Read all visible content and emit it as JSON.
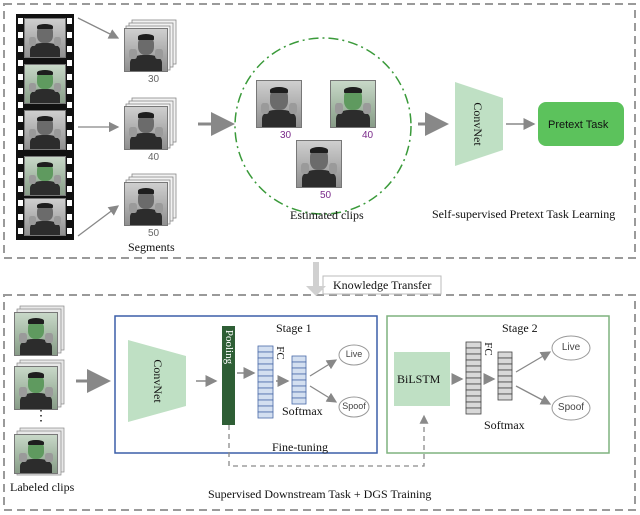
{
  "labels": {
    "segments": "Segments",
    "estimated_clips": "Estimated clips",
    "self_supervised": "Self-supervised Pretext Task Learning",
    "knowledge_transfer": "Knowledge Transfer",
    "labeled_clips": "Labeled clips",
    "supervised": "Supervised Downstream Task + DGS Training",
    "stage1": "Stage 1",
    "stage2": "Stage 2",
    "fine_tuning": "Fine-tuning",
    "pretext_task": "Pretext Task",
    "convnet": "ConvNet",
    "pooling": "Pooling",
    "fc": "FC",
    "softmax": "Softmax",
    "bilstm": "BiLSTM",
    "live": "Live",
    "spoof": "Spoof",
    "ellipsis": "⋮"
  },
  "segment_numbers": [
    "30",
    "40",
    "50"
  ],
  "clip_numbers": [
    "30",
    "40",
    "50"
  ],
  "colors": {
    "dashed_border": "#9a9a9a",
    "stage1_border": "#3b5fa8",
    "stage2_border": "#7fb27f",
    "convnet_fill": "#bfe0c4",
    "pretext_fill": "#5cc25c",
    "pooling_fill": "#2e5e35",
    "fc_fill": "#d3dff0",
    "fc_stroke": "#4a6aa8",
    "arrow": "#888888",
    "clip_circle": "#3a9a3a",
    "number_purple": "#7a2a8a"
  }
}
